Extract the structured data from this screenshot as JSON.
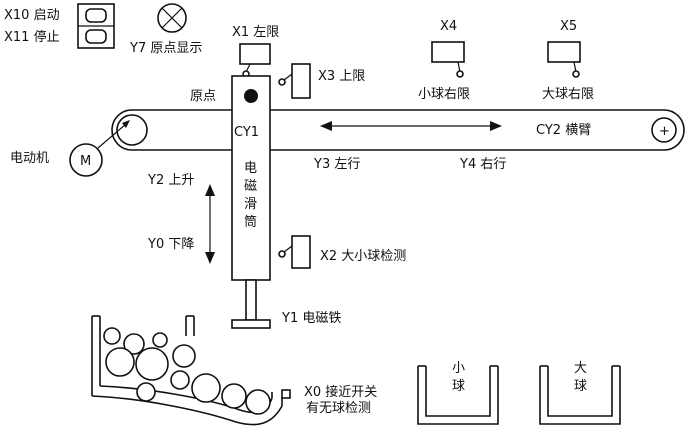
{
  "labels": {
    "x10_start": "X10 启动",
    "x11_stop": "X11 停止",
    "y7_origin_display": "Y7 原点显示",
    "x1_left_limit": "X1 左限",
    "x4": "X4",
    "x5": "X5",
    "x3_upper_limit": "X3 上限",
    "origin": "原点",
    "small_ball_right_limit": "小球右限",
    "big_ball_right_limit": "大球右限",
    "cy1": "CY1",
    "cy2_arm": "CY2 横臂",
    "motor": "电动机",
    "motor_symbol": "M",
    "pulley_symbol": "+",
    "sleeve_char_1": "电",
    "sleeve_char_2": "磁",
    "sleeve_char_3": "滑",
    "sleeve_char_4": "筒",
    "y3_move_left": "Y3  左行",
    "y4_move_right": "Y4  右行",
    "y2_up": "Y2 上升",
    "y0_down": "Y0 下降",
    "x2_size_detect": "X2 大小球检测",
    "y1_electromagnet": "Y1 电磁铁",
    "x0_proximity": "X0 接近开关",
    "ball_presence_detect": "有无球检测",
    "small_bin_char_1": "小",
    "small_bin_char_2": "球",
    "big_bin_char_1": "大",
    "big_bin_char_2": "球"
  }
}
